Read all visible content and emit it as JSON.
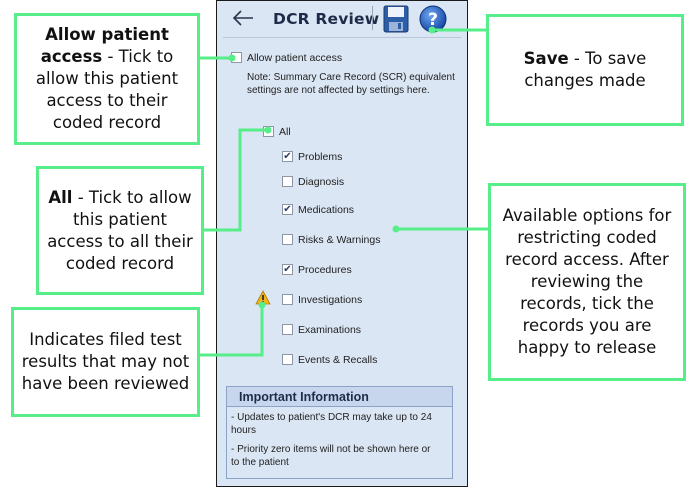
{
  "panel": {
    "title": "DCR Review",
    "allow_patient_access": {
      "label": "Allow patient access",
      "checked": false
    },
    "note": "Note: Summary Care Record (SCR) equivalent settings are not affected by settings here.",
    "all": {
      "label": "All",
      "checked": false
    },
    "options": [
      {
        "label": "Problems",
        "checked": true
      },
      {
        "label": "Diagnosis",
        "checked": false
      },
      {
        "label": "Medications",
        "checked": true
      },
      {
        "label": "Risks & Warnings",
        "checked": false
      },
      {
        "label": "Procedures",
        "checked": true
      },
      {
        "label": "Investigations",
        "checked": false
      },
      {
        "label": "Examinations",
        "checked": false
      },
      {
        "label": "Events & Recalls",
        "checked": false
      }
    ],
    "info": {
      "title": "Important Information",
      "line1": "- Updates to patient's DCR may take up to 24 hours",
      "line2": "- Priority zero items will not be shown here or to the patient"
    }
  },
  "callouts": {
    "allow_bold": "Allow patient access",
    "allow_rest": " - Tick to allow this patient access to their coded record",
    "all_bold": "All",
    "all_rest": "  - Tick to allow this patient access to all their coded record",
    "indicates": "Indicates filed test results that may not have been reviewed",
    "save_bold": "Save",
    "save_rest": " - To save changes made",
    "available": "Available options for restricting coded record access. After reviewing the records, tick the records you are happy to release"
  },
  "colors": {
    "callout_border": "#55ee88",
    "panel_bg": "#dbe6f4"
  },
  "icons": [
    "back-arrow-icon",
    "save-disk-icon",
    "help-icon",
    "warning-icon"
  ]
}
